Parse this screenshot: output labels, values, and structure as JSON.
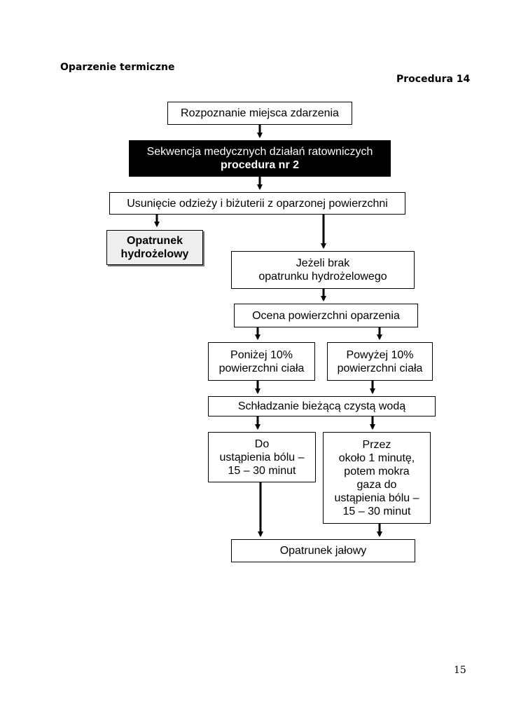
{
  "header": {
    "title": "Oparzenie termiczne",
    "procedure": "Procedura 14"
  },
  "flow": {
    "recognize": "Rozpoznanie miejsca zdarzenia",
    "sequence_line1": "Sekwencja medycznych działań ratowniczych",
    "sequence_line2": "procedura nr 2",
    "remove_clothing": "Usunięcie odzieży i biżuterii z oparzonej powierzchni",
    "hydrogel": "Opatrunek\nhydrożelowy",
    "no_hydrogel": "Jeżeli brak\nopatrunku hydrożelowego",
    "assess": "Ocena powierzchni oparzenia",
    "below10": "Poniżej 10%\npowierzchni ciała",
    "above10": "Powyżej 10%\npowierzchni ciała",
    "cooling": "Schładzanie bieżącą czystą wodą",
    "until_pain": "Do\nustąpienia bólu –\n15 – 30 minut",
    "approx_minute": "Przez\nokoło 1 minutę,\npotem mokra\ngaza do\nustąpienia bólu –\n15 – 30 minut",
    "sterile": "Opatrunek jałowy"
  },
  "page_number": "15"
}
